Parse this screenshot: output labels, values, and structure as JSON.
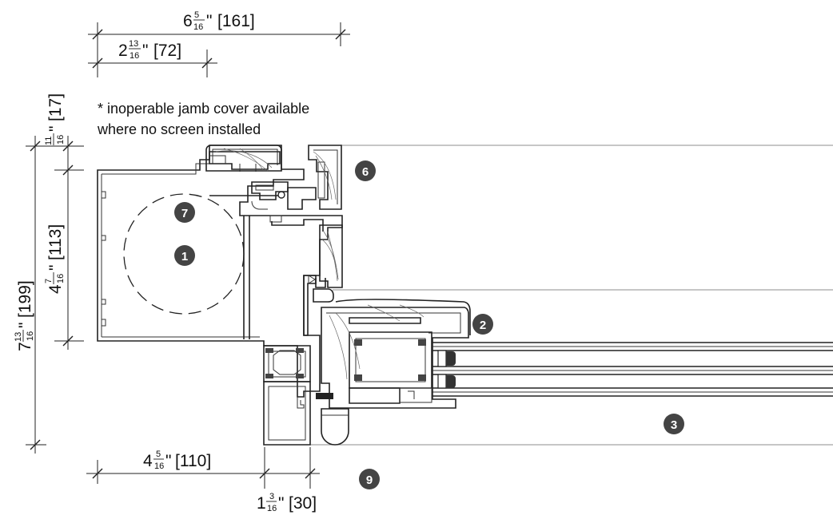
{
  "note": {
    "line1": "* inoperable jamb cover available",
    "line2": "where no screen installed"
  },
  "dimensions": [
    {
      "id": "top-overall",
      "whole": "6",
      "num": "5",
      "den": "16",
      "metric": "[161]"
    },
    {
      "id": "top-inner",
      "whole": "2",
      "num": "13",
      "den": "16",
      "metric": "[72]"
    },
    {
      "id": "left-small",
      "whole": "",
      "num": "11",
      "den": "16",
      "metric": "[17]"
    },
    {
      "id": "left-mid",
      "whole": "4",
      "num": "7",
      "den": "16",
      "metric": "[113]"
    },
    {
      "id": "left-overall",
      "whole": "7",
      "num": "13",
      "den": "16",
      "metric": "[199]"
    },
    {
      "id": "bottom-left",
      "whole": "4",
      "num": "5",
      "den": "16",
      "metric": "[110]"
    },
    {
      "id": "bottom-right",
      "whole": "1",
      "num": "3",
      "den": "16",
      "metric": "[30]"
    }
  ],
  "callouts": [
    "1",
    "2",
    "3",
    "6",
    "7",
    "9"
  ],
  "colors": {
    "line": "#222222",
    "callout_fill": "#444444",
    "gasket": "#333333"
  }
}
